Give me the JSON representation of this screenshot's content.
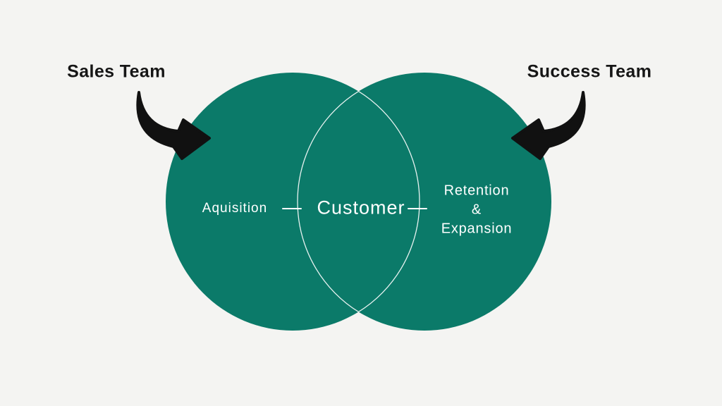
{
  "annotations": {
    "sales_team": "Sales Team",
    "success_team": "Success Team"
  },
  "venn": {
    "left_circle_label": "Aquisition",
    "overlap_label": "Customer",
    "right_circle_label_lines": [
      "Retention",
      "&",
      "Expansion"
    ]
  },
  "colors": {
    "background": "#f4f4f2",
    "circle_fill": "#0b7a69",
    "overlap_outline": "#ffffff",
    "circle_text": "#ffffff",
    "annotation_text": "#161616",
    "arrow": "#111111"
  }
}
